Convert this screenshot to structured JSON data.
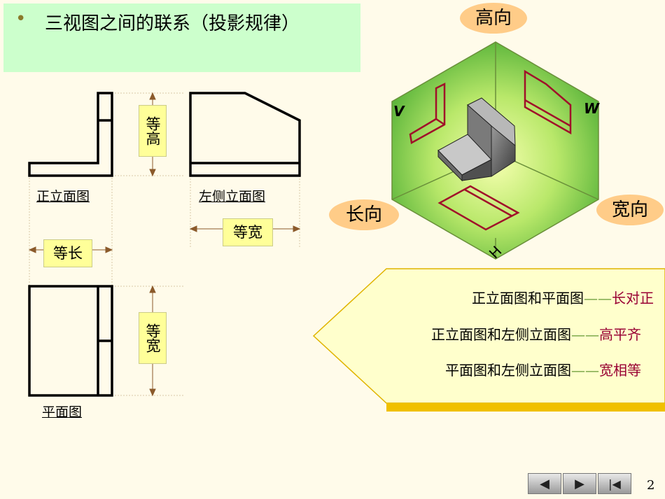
{
  "title": {
    "bullet": "•",
    "text": "三视图之间的联系（投影规律）"
  },
  "views": {
    "front": "正立面图",
    "left": "左侧立面图",
    "top": "平面图"
  },
  "dims": {
    "equal_height": "等高",
    "equal_width_left": "等宽",
    "equal_length": "等长",
    "equal_width_top": "等宽"
  },
  "axes": {
    "height": "高向",
    "length": "长向",
    "width": "宽向",
    "V": "V",
    "W": "W",
    "H": "H"
  },
  "rules": [
    {
      "views": "正立面图和平面图",
      "dash": "——",
      "result": "长对正"
    },
    {
      "views": "正立面图和左侧立面图",
      "dash": "——",
      "result": "高平齐"
    },
    {
      "views": "平面图和左侧立面图",
      "dash": "——",
      "result": "宽相等"
    }
  ],
  "nav": {
    "prev": "◀",
    "next": "▶",
    "first": "|◀"
  },
  "page_number": "2",
  "colors": {
    "title_bg": "#ccffcc",
    "label_bg": "#ffff99",
    "oval_bg": "#ffcc88",
    "result": "#990033",
    "dash": "#669933"
  }
}
